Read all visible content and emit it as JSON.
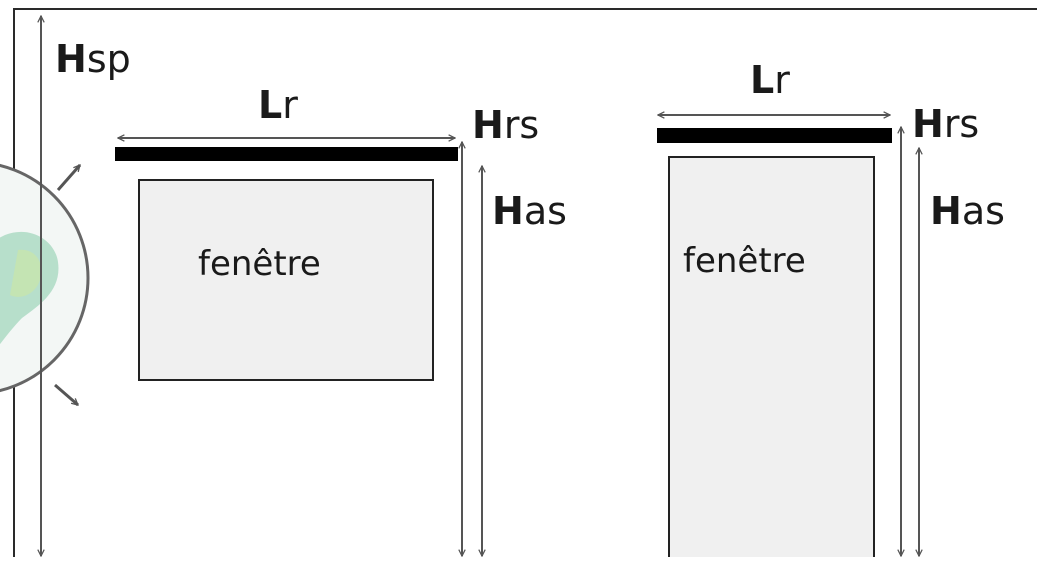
{
  "labels": {
    "hsp": {
      "bold": "H",
      "rest": "sp"
    },
    "lr_left": {
      "bold": "L",
      "rest": "r"
    },
    "hrs_left": {
      "bold": "H",
      "rest": "rs"
    },
    "has_left": {
      "bold": "H",
      "rest": "as"
    },
    "window_left": "fenêtre",
    "lr_right": {
      "bold": "L",
      "rest": "r"
    },
    "hrs_right": {
      "bold": "H",
      "rest": "rs"
    },
    "has_right": {
      "bold": "H",
      "rest": "as"
    },
    "window_right": "fenêtre"
  },
  "colors": {
    "frame": "#2a2a2a",
    "arrow": "#555555",
    "blind_bar": "#000000",
    "window_fill": "#f0f0f0",
    "window_stroke": "#222222",
    "text": "#1a1a1a",
    "sun_stroke": "#666666",
    "sun_fill": "#e9f2ee",
    "sun_blob": "#9fd3b8"
  }
}
